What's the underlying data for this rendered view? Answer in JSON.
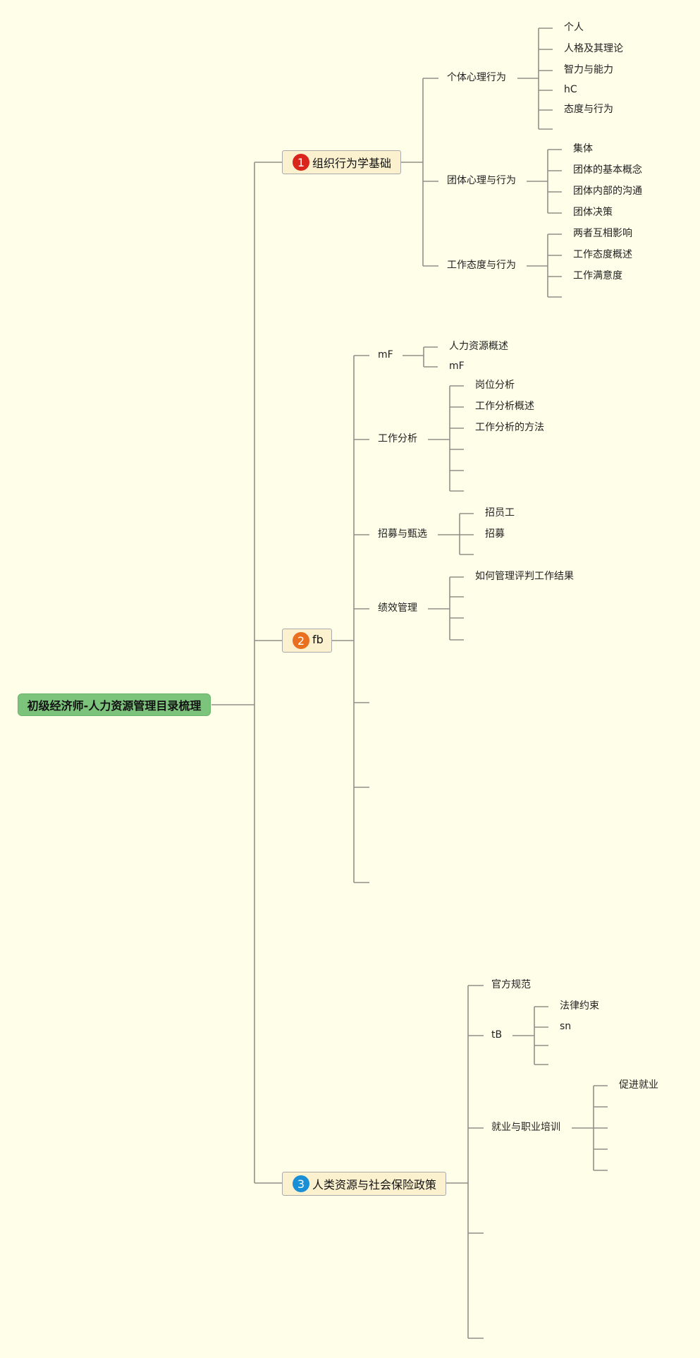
{
  "root": {
    "label": "初级经济师-人力资源管理目录梳理"
  },
  "colors": {
    "background": "#fefee9",
    "root_fill": "#7cc47c",
    "branch_fill": "#fbf1cf",
    "line": "#8f8f88"
  },
  "branches": [
    {
      "number": "1",
      "badge_color": "#d9251b",
      "label": "组织行为学基础",
      "children": [
        {
          "label": "个体心理行为",
          "children": [
            "个人",
            "人格及其理论",
            "智力与能力",
            "hC",
            "态度与行为",
            ""
          ]
        },
        {
          "label": "团体心理与行为",
          "children": [
            "集体",
            "团体的基本概念",
            "团体内部的沟通",
            "团体决策"
          ]
        },
        {
          "label": "工作态度与行为",
          "children": [
            "两者互相影响",
            "工作态度概述",
            "工作满意度",
            ""
          ]
        }
      ]
    },
    {
      "number": "2",
      "badge_color": "#e8701e",
      "label": "fb",
      "children": [
        {
          "label": "mF",
          "children": [
            "人力资源概述",
            "mF"
          ]
        },
        {
          "label": "工作分析",
          "children": [
            "岗位分析",
            "工作分析概述",
            "工作分析的方法",
            "",
            "",
            ""
          ]
        },
        {
          "label": "招募与甄选",
          "children": [
            "招员工",
            "招募",
            ""
          ]
        },
        {
          "label": "绩效管理",
          "children": [
            "如何管理评判工作结果",
            "",
            "",
            ""
          ]
        },
        {
          "label": "",
          "children": []
        },
        {
          "label": "",
          "children": []
        },
        {
          "label": "",
          "children": []
        }
      ]
    },
    {
      "number": "3",
      "badge_color": "#1b8fd6",
      "label": "人类资源与社会保险政策",
      "children": [
        {
          "label": "官方规范",
          "children": []
        },
        {
          "label": "tB",
          "children": [
            "法律约束",
            "sn",
            "",
            ""
          ]
        },
        {
          "label": "就业与职业培训",
          "children": [
            "促进就业",
            "",
            "",
            "",
            ""
          ]
        },
        {
          "label": "",
          "children": []
        },
        {
          "label": "",
          "children": []
        }
      ]
    }
  ]
}
